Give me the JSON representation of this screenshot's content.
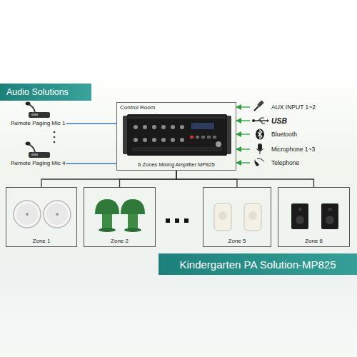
{
  "diagram": {
    "nodes": [
      {
        "text": [
          "Audio Solutions"
        ]
      },
      {
        "text": [
          "Remote Paging Mic 1"
        ]
      },
      {
        "text": [
          "Remote Paging Mic 4"
        ]
      },
      {
        "text": [
          "Control Room",
          "6 Zones Mixing Amplifier MP825"
        ]
      },
      {
        "text": [
          "AUX INPUT 1~2"
        ]
      },
      {
        "text": [
          "USB"
        ]
      },
      {
        "text": [
          "Bluetooth"
        ]
      },
      {
        "text": [
          "Microphone 1~3"
        ]
      },
      {
        "text": [
          "Telephone"
        ]
      },
      {
        "text": [
          "Zone 1"
        ]
      },
      {
        "text": [
          "Zone 2"
        ]
      },
      {
        "text": [
          "Zone 5"
        ]
      },
      {
        "text": [
          "Zone 6"
        ]
      },
      {
        "text": [
          "Kindergarten PA Solution-MP825"
        ]
      }
    ],
    "edges": [
      {
        "from": 1,
        "to": 3,
        "arrow": "none"
      },
      {
        "from": 2,
        "to": 3,
        "arrow": "none"
      },
      {
        "from": 4,
        "to": 3,
        "arrow": "to"
      },
      {
        "from": 5,
        "to": 3,
        "arrow": "to"
      },
      {
        "from": 6,
        "to": 3,
        "arrow": "to"
      },
      {
        "from": 7,
        "to": 3,
        "arrow": "to"
      },
      {
        "from": 8,
        "to": 3,
        "arrow": "to"
      },
      {
        "from": 3,
        "to": 9,
        "arrow": "none"
      },
      {
        "from": 3,
        "to": 10,
        "arrow": "none"
      },
      {
        "from": 3,
        "to": 11,
        "arrow": "none"
      },
      {
        "from": 3,
        "to": 12,
        "arrow": "none"
      }
    ]
  }
}
